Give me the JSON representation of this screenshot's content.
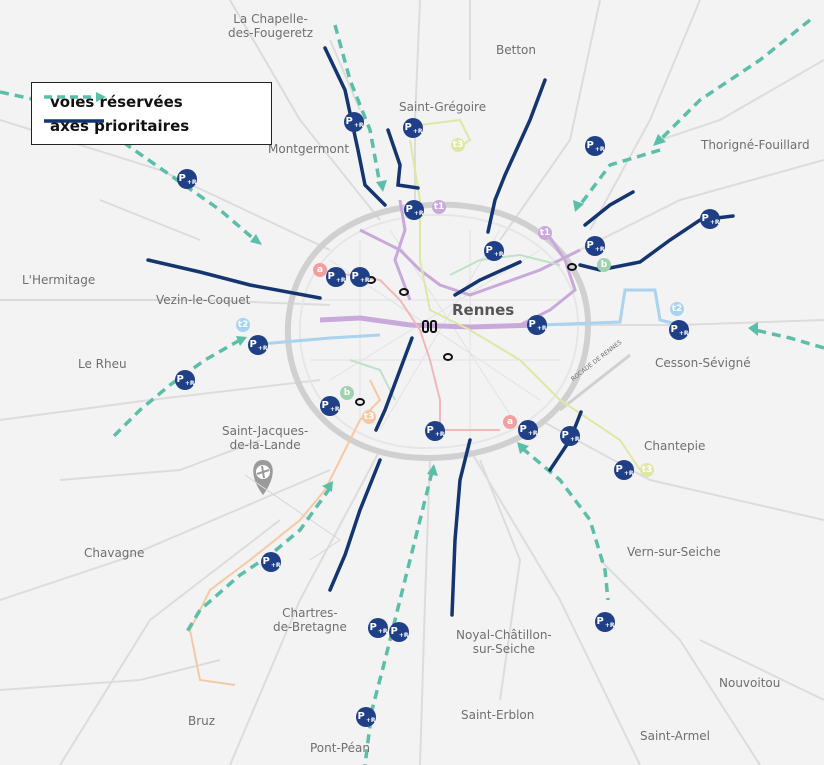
{
  "legend": {
    "reserved_label": "voies réservées",
    "priority_label": "axes prioritaires",
    "reserved_color": "#5bbfa8",
    "priority_color": "#14356f"
  },
  "city": "Rennes",
  "road_label": "ROCADE DE RENNES",
  "towns": {
    "chapelle": "La Chapelle-\ndes-Fougeretz",
    "betton": "Betton",
    "saint_gregoire": "Saint-Grégoire",
    "montgermont": "Montgermont",
    "thorigne": "Thorigné-Fouillard",
    "hermitage": "L'Hermitage",
    "vezin": "Vezin-le-Coquet",
    "le_rheu": "Le Rheu",
    "cesson": "Cesson-Sévigné",
    "saint_jacques": "Saint-Jacques-\nde-la-Lande",
    "chantepie": "Chantepie",
    "chavagne": "Chavagne",
    "vern": "Vern-sur-Seiche",
    "chartres": "Chartres-\nde-Bretagne",
    "noyal": "Noyal-Châtillon-\nsur-Seiche",
    "nouvoitou": "Nouvoitou",
    "bruz": "Bruz",
    "saint_erblon": "Saint-Erblon",
    "saint_armel": "Saint-Armel",
    "pont_pean": "Pont-Péan"
  },
  "park_ride_icon": "P+R",
  "metro_lines": {
    "a": "a",
    "b": "b",
    "t1": "t1",
    "t2": "t2",
    "t3": "t3"
  }
}
